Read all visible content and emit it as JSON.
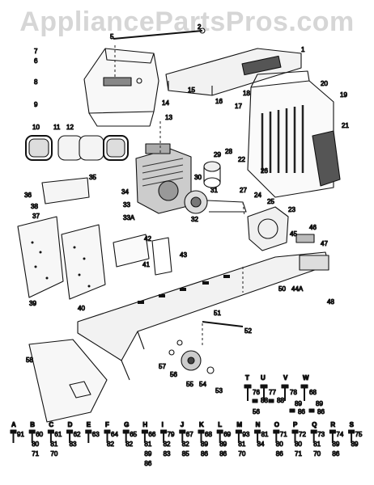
{
  "watermark": "AppliancePartsPros.com",
  "diagram": {
    "callouts": [
      "1",
      "2",
      "5",
      "6",
      "7",
      "8",
      "9",
      "10",
      "11",
      "12",
      "13",
      "14",
      "15",
      "16",
      "17",
      "18",
      "19",
      "20",
      "21",
      "22",
      "23",
      "24",
      "25",
      "26",
      "27",
      "28",
      "29",
      "30",
      "31",
      "32",
      "33",
      "33A",
      "34",
      "35",
      "36",
      "37",
      "38",
      "39",
      "40",
      "41",
      "42",
      "43",
      "44A",
      "45",
      "46",
      "47",
      "48",
      "50",
      "51",
      "52",
      "53",
      "54",
      "55",
      "56",
      "57",
      "58"
    ],
    "hardware_top": [
      {
        "letter": "T",
        "parts": [
          "76",
          "88",
          "56"
        ]
      },
      {
        "letter": "U",
        "parts": [
          "77",
          "88"
        ]
      },
      {
        "letter": "V",
        "parts": [
          "78",
          "89",
          "86"
        ]
      },
      {
        "letter": "W",
        "parts": [
          "68",
          "89",
          "86"
        ]
      }
    ],
    "hardware_bottom": [
      {
        "letter": "A",
        "parts": [
          "91"
        ]
      },
      {
        "letter": "B",
        "parts": [
          "60",
          "80",
          "71"
        ]
      },
      {
        "letter": "C",
        "parts": [
          "61",
          "81",
          "70"
        ]
      },
      {
        "letter": "D",
        "parts": [
          "62",
          "83"
        ]
      },
      {
        "letter": "E",
        "parts": [
          "63"
        ]
      },
      {
        "letter": "F",
        "parts": [
          "64",
          "82"
        ]
      },
      {
        "letter": "G",
        "parts": [
          "65",
          "82"
        ]
      },
      {
        "letter": "H",
        "parts": [
          "66",
          "81",
          "89",
          "86"
        ]
      },
      {
        "letter": "I",
        "parts": [
          "79",
          "82",
          "83"
        ]
      },
      {
        "letter": "J",
        "parts": [
          "67",
          "82",
          "85"
        ]
      },
      {
        "letter": "K",
        "parts": [
          "68",
          "89",
          "86"
        ]
      },
      {
        "letter": "L",
        "parts": [
          "69",
          "89",
          "86"
        ]
      },
      {
        "letter": "M",
        "parts": [
          "93",
          "81",
          "70"
        ]
      },
      {
        "letter": "N",
        "parts": [
          "81",
          "84"
        ]
      },
      {
        "letter": "O",
        "parts": [
          "71",
          "80",
          "86"
        ]
      },
      {
        "letter": "P",
        "parts": [
          "72",
          "80",
          "71"
        ]
      },
      {
        "letter": "Q",
        "parts": [
          "73",
          "81",
          "70"
        ]
      },
      {
        "letter": "R",
        "parts": [
          "74",
          "89",
          "86"
        ]
      },
      {
        "letter": "S",
        "parts": [
          "75",
          "89"
        ]
      }
    ]
  }
}
